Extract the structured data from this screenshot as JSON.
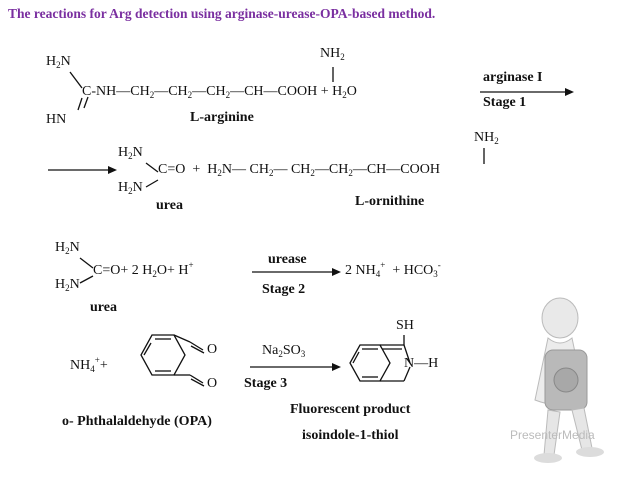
{
  "title": "The reactions for Arg detection using arginase-urease-OPA-based method.",
  "stage1": {
    "amine_top": "H",
    "amine_top_sub": "2",
    "amine_top_n": "N",
    "c_nh": "C",
    "chain": "NH—CH",
    "ch2_a_sub": "2",
    "dash1": "—CH",
    "ch2_b_sub": "2",
    "dash2": "—CH",
    "ch2_c_sub": "2",
    "ch_cooh": "—CH—COOH",
    "plus_water": "+ H",
    "water_sub": "2",
    "water_o": "O",
    "hn": "HN",
    "nh2_top": "NH",
    "nh2_top_sub": "2",
    "enzyme": "arginase I",
    "stage": "Stage 1",
    "compound": "L-arginine"
  },
  "products1": {
    "urea_h2n_top": "H",
    "urea_h2n_top_sub": "2",
    "urea_h2n_top_n": "N",
    "urea_h2n_bottom": "H",
    "urea_h2n_bottom_sub": "2",
    "urea_h2n_bottom_n": "N",
    "co": "C=O",
    "plus": "+",
    "orn_left": "H",
    "orn_left_sub": "2",
    "orn_chain": "N— CH",
    "orn_ch2_a_sub": "2",
    "orn_chain2": "—  CH",
    "orn_ch2_b_sub": "2",
    "orn_chain3": "—CH",
    "orn_ch2_c_sub": "2",
    "orn_end": "—CH—COOH",
    "orn_nh2": "NH",
    "orn_nh2_sub": "2",
    "urea_label": "urea",
    "orn_label": "L-ornithine"
  },
  "stage2": {
    "h2n_top": "H",
    "h2n_top_sub": "2",
    "h2n_top_n": "N",
    "h2n_bottom": "H",
    "h2n_bottom_sub": "2",
    "h2n_bottom_n": "N",
    "lhs": "C=O+ 2 H",
    "lhs_sub": "2",
    "lhs_rest": "O+ H",
    "lhs_plus_charge": "+",
    "enzyme": "urease",
    "stage": "Stage 2",
    "rhs": "2 NH",
    "rhs_sub": "4",
    "rhs_charge": "+",
    "rhs_plus": "+  HCO",
    "rhs_sub2": "3",
    "rhs_charge2": "-",
    "urea_label": "urea"
  },
  "stage3": {
    "nh4": "NH",
    "nh4_sub": "4",
    "nh4_charge": "+",
    "plus": "+",
    "o_top": "O",
    "o_bottom": "O",
    "reagent": "Na",
    "reagent_sub": "2",
    "reagent_so": "SO",
    "reagent_sub2": "3",
    "stage": "Stage 3",
    "sh": "SH",
    "nh": "N—H",
    "opa_label": "o- Phthalaldehyde (OPA)",
    "product_label": "Fluorescent product",
    "product_name": "isoindole-1-thiol"
  },
  "watermark": "PresenterMedia"
}
